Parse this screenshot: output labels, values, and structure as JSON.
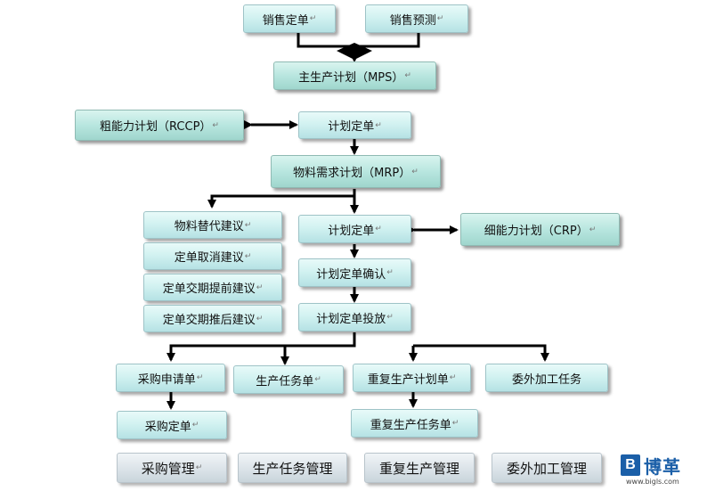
{
  "nodes": {
    "sales_order": "销售定单",
    "sales_forecast": "销售预测",
    "mps": "主生产计划（MPS）",
    "rccp": "粗能力计划（RCCP）",
    "planned_order_1": "计划定单",
    "mrp": "物料需求计划（MRP）",
    "material_substitute": "物料替代建议",
    "cancel_order": "定单取消建议",
    "reschedule_in": "定单交期提前建议",
    "reschedule_out": "定单交期推后建议",
    "planned_order_2": "计划定单",
    "crp": "细能力计划（CRP）",
    "planned_order_confirm": "计划定单确认",
    "planned_order_release": "计划定单投放",
    "purchase_requisition": "采购申请单",
    "production_task": "生产任务单",
    "repetitive_plan": "重复生产计划单",
    "outsourcing_task": "委外加工任务",
    "purchase_order": "采购定单",
    "repetitive_task": "重复生产任务单"
  },
  "modules": {
    "purchase_mgmt": "采购管理",
    "production_task_mgmt": "生产任务管理",
    "repetitive_mgmt": "重复生产管理",
    "outsourcing_mgmt": "委外加工管理"
  },
  "return_mark": "↵",
  "logo": {
    "name": "博革",
    "url": "www.bigls.com"
  },
  "colors": {
    "node_fill": "#d2f2f1",
    "main_fill": "#b8e6df",
    "module_fill": "#dde5ea",
    "line": "#000000",
    "brand": "#1b5fa8"
  }
}
